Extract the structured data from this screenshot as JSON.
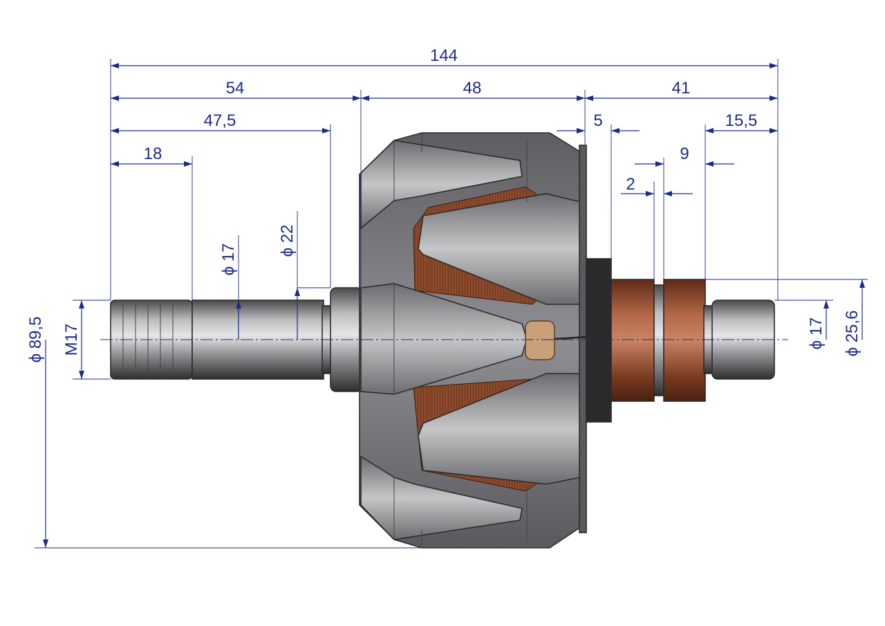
{
  "dimensions": {
    "overall_length": "144",
    "shaft_to_rotor_end": "54",
    "shaft_to_shoulder": "47,5",
    "thread_length": "18",
    "rotor_width": "48",
    "slip_ring_end_length": "41",
    "insulator_width": "5",
    "end_journal_length": "15,5",
    "ring_spacing": "9",
    "ring_gap": "2",
    "shaft_diameter": "ϕ 17",
    "shoulder_diameter": "ϕ 22",
    "rotor_diameter": "ϕ 89,5",
    "thread": "M17",
    "end_journal_diameter": "ϕ 17",
    "slip_ring_diameter": "ϕ 25,6"
  },
  "colors": {
    "dimension_line": "#1c2a8a",
    "steel": "#8a8a8c",
    "copper": "#a8583c",
    "insulator": "#2a2a2a"
  }
}
